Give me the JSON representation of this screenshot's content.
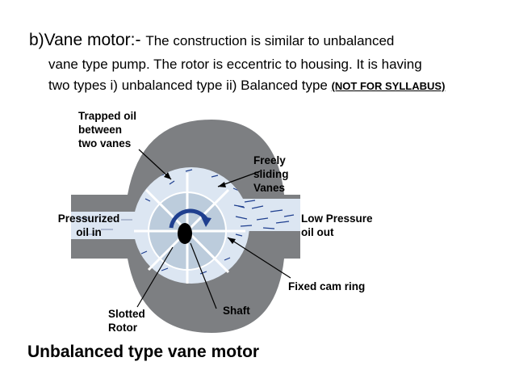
{
  "paragraph": {
    "line1_lead": "b)Vane  motor:- ",
    "line1_rest": "The construction is similar to unbalanced",
    "line2": "vane type pump. The rotor is eccentric to housing. It is having",
    "line3": "two types i) unbalanced type ii) Balanced type ",
    "note": "(NOT FOR SYLLABUS)"
  },
  "diagram": {
    "labels": {
      "trapped_oil": [
        "Trapped oil",
        "between",
        "two vanes"
      ],
      "freely_sliding": [
        "Freely",
        "sliding",
        "Vanes"
      ],
      "pressurized": [
        "Pressurized",
        "oil in"
      ],
      "low_pressure": [
        "Low Pressure",
        "oil out"
      ],
      "fixed_cam_ring": "Fixed cam ring",
      "shaft": "Shaft",
      "slotted_rotor": [
        "Slotted",
        "Rotor"
      ]
    },
    "colors": {
      "housing": "#7d7f82",
      "fluid": "#dce6f2",
      "rotor": "#bcccdc",
      "shaft": "#000000",
      "arrow_blue": "#1f3f8f"
    }
  },
  "caption": "Unbalanced type vane motor"
}
